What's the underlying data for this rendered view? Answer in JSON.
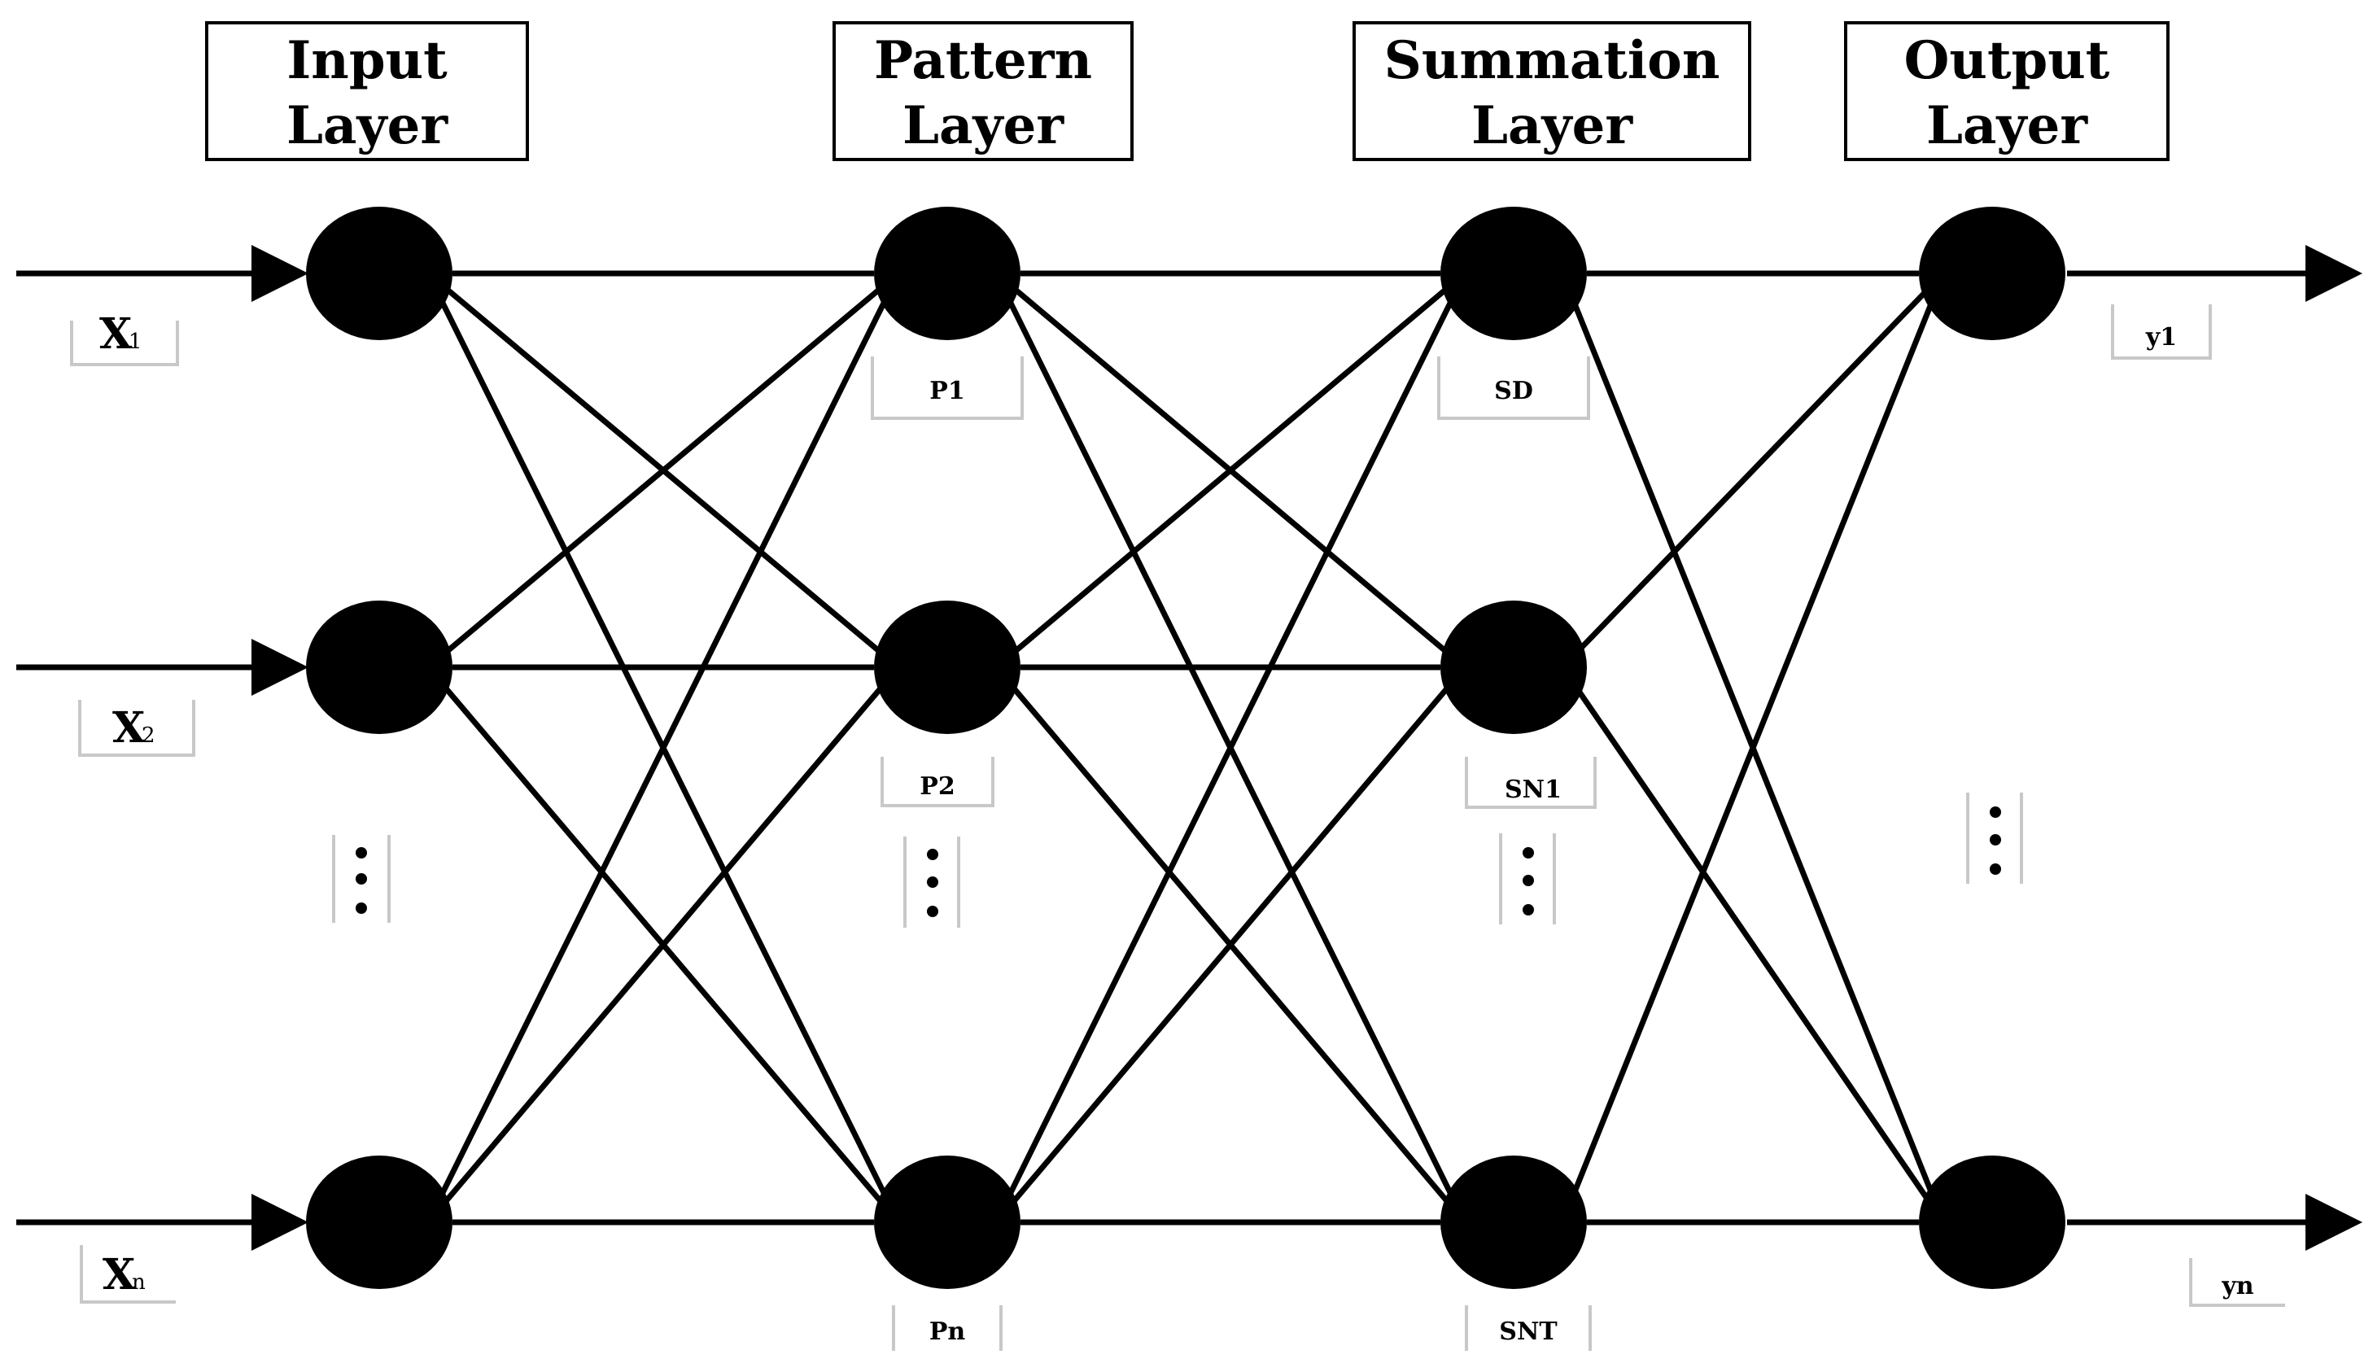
{
  "layers": [
    {
      "title_line1": "Input",
      "title_line2": "Layer"
    },
    {
      "title_line1": "Pattern",
      "title_line2": "Layer"
    },
    {
      "title_line1": "Summation",
      "title_line2": "Layer"
    },
    {
      "title_line1": "Output",
      "title_line2": "Layer"
    }
  ],
  "inputs": [
    {
      "base": "X",
      "sub": "1"
    },
    {
      "base": "X",
      "sub": "2"
    },
    {
      "base": "X",
      "sub": "n"
    }
  ],
  "pattern_labels": [
    "P1",
    "P2",
    "Pn"
  ],
  "summation_labels": [
    "SD",
    "SN1",
    "SNT"
  ],
  "outputs": [
    "y1",
    "yn"
  ],
  "colors": {
    "nodes": "#000000",
    "edges": "#000000",
    "label_box_border": "#c8c8c8"
  }
}
